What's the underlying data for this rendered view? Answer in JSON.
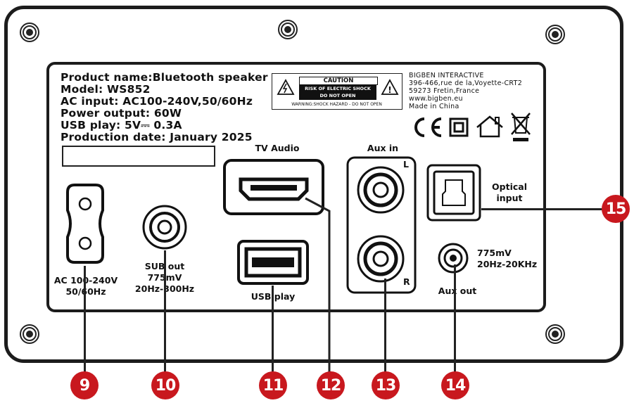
{
  "product_info": {
    "lines": [
      "Product name:Bluetooth speaker",
      "Model: WS852",
      "AC input: AC100-240V,50/60Hz",
      "Power output: 60W",
      "USB play: 5V⎓ 0.3A",
      "Production date: January 2025"
    ]
  },
  "caution_label": {
    "title": "CAUTION",
    "line1": "RISK OF ELECTRIC SHOCK",
    "line2": "DO NOT OPEN",
    "warning": "WARNING:SHOCK HAZARD - DO NOT OPEN"
  },
  "manufacturer": {
    "lines": [
      "BIGBEN INTERACTIVE",
      "396-466,rue de la,Voyette-CRT2",
      "59273 Fretin,France",
      "www.bigben.eu",
      "Made in China"
    ]
  },
  "ports": {
    "ac_input": {
      "label1": "AC 100-240V",
      "label2": "50/60Hz"
    },
    "sub_out": {
      "label1": "SUB out",
      "label2": "775mV",
      "label3": "20Hz-300Hz"
    },
    "tv_audio": {
      "label": "TV Audio"
    },
    "usb_play": {
      "label": "USB play"
    },
    "aux_in": {
      "label": "Aux in",
      "left": "L",
      "right": "R"
    },
    "optical_input": {
      "label1": "Optical",
      "label2": "input"
    },
    "aux_out": {
      "label": "Aux out",
      "spec1": "775mV",
      "spec2": "20Hz-20KHz"
    }
  },
  "callouts": [
    "9",
    "10",
    "11",
    "12",
    "13",
    "14",
    "15"
  ],
  "colors": {
    "callout": "#c8181e",
    "outline": "#1c1c1c"
  }
}
